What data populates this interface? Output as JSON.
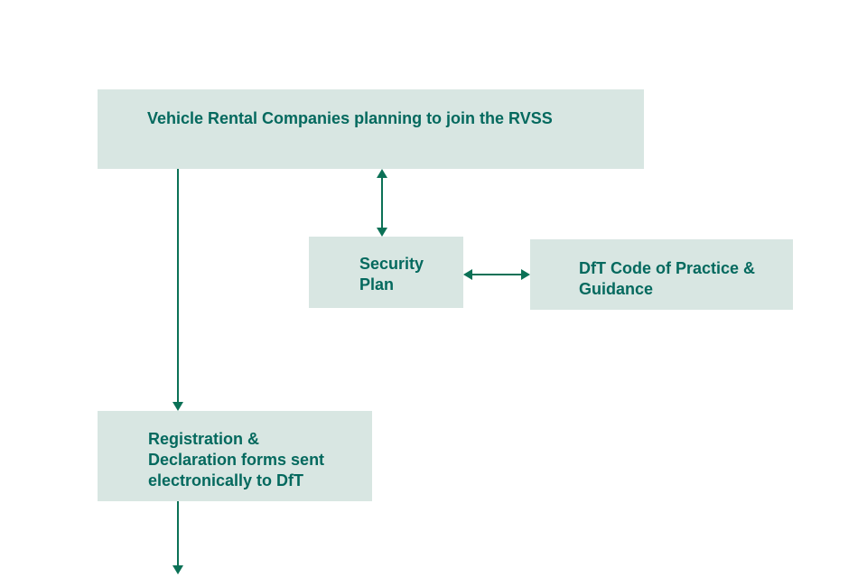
{
  "diagram": {
    "type": "flowchart",
    "colors": {
      "box_fill": "#d8e6e2",
      "text": "#04695e",
      "arrow": "#0b7156",
      "background": "#ffffff"
    },
    "nodes": [
      {
        "id": "vehicle-rental-companies",
        "label": "Vehicle Rental Companies planning to join the RVSS"
      },
      {
        "id": "security-plan",
        "label": "Security\nPlan"
      },
      {
        "id": "dft-code-of-practice",
        "label": "DfT Code of Practice &\nGuidance"
      },
      {
        "id": "registration-declaration",
        "label": "Registration &\nDeclaration forms sent\nelectronically to DfT"
      }
    ],
    "connectors": [
      {
        "from": "vehicle-rental-companies",
        "to": "registration-declaration",
        "style": "single-arrow",
        "direction": "down"
      },
      {
        "from": "vehicle-rental-companies",
        "to": "security-plan",
        "style": "double-arrow",
        "direction": "vertical"
      },
      {
        "from": "security-plan",
        "to": "dft-code-of-practice",
        "style": "double-arrow",
        "direction": "horizontal"
      },
      {
        "from": "registration-declaration",
        "to": "offscreen-bottom",
        "style": "single-arrow",
        "direction": "down"
      }
    ]
  }
}
